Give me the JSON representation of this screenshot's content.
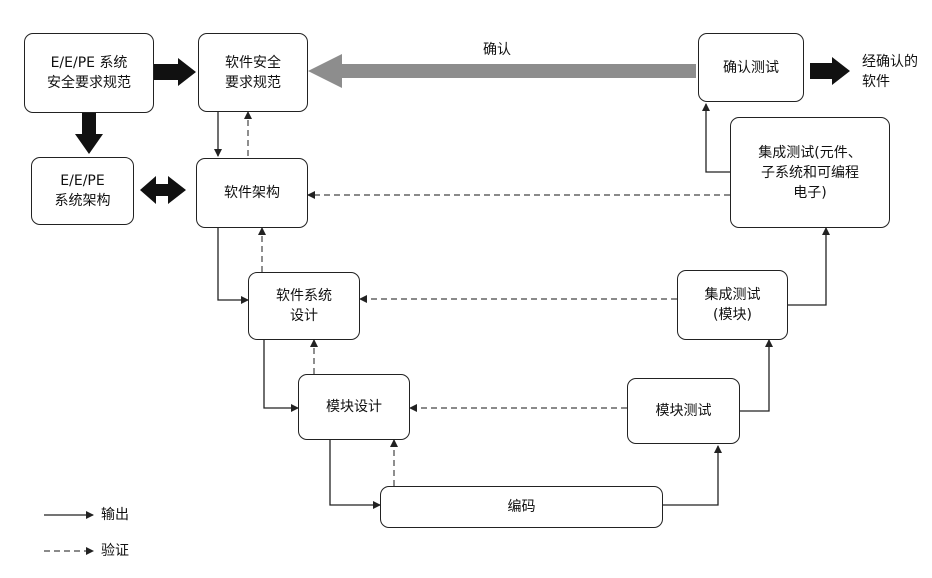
{
  "diagram": {
    "boxes": {
      "ee_spec": [
        "E/E/PE 系统",
        "安全要求规范"
      ],
      "sw_spec": [
        "软件安全",
        "要求规范"
      ],
      "ee_arch": [
        "E/E/PE",
        "系统架构"
      ],
      "sw_arch": [
        "软件架构"
      ],
      "sw_design": [
        "软件系统",
        "设计"
      ],
      "mod_design": [
        "模块设计"
      ],
      "coding": [
        "编码"
      ],
      "mod_test": [
        "模块测试"
      ],
      "int_mod": [
        "集成测试",
        "(模块)"
      ],
      "int_sys": [
        "集成测试(元件、",
        "子系统和可编程",
        "电子)"
      ],
      "validation_test": [
        "确认测试"
      ]
    },
    "labels": {
      "validation": "确认",
      "validated_software": [
        "经确认的",
        "软件"
      ]
    },
    "legend": {
      "output": "输出",
      "verification": "验证"
    }
  }
}
